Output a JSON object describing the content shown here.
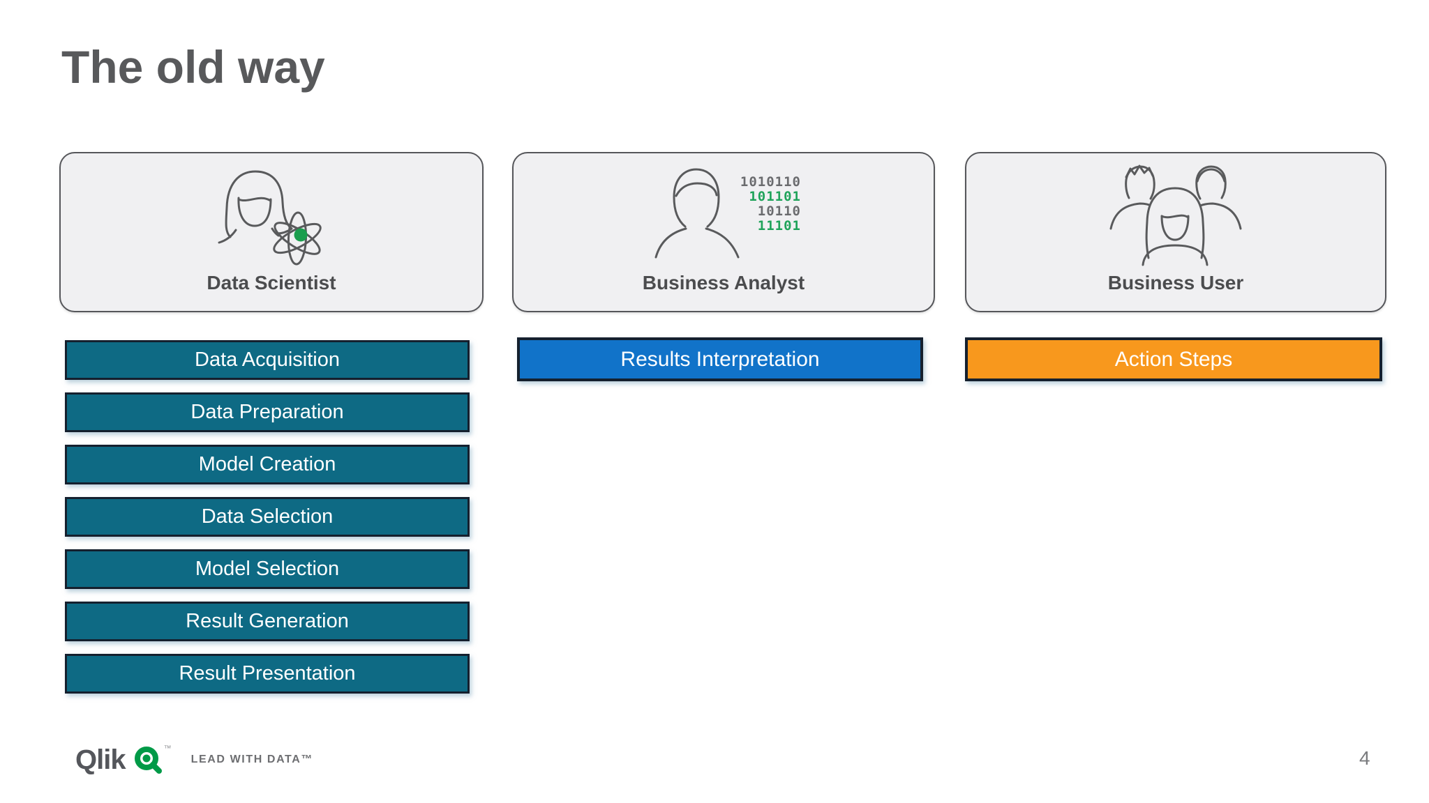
{
  "slide": {
    "title": "The old way",
    "page_number": "4",
    "background": "#FFFFFF"
  },
  "columns": [
    {
      "persona": "Data Scientist",
      "icon": "data-scientist-icon",
      "bar_color": "#0E6A84",
      "tasks": [
        "Data Acquisition",
        "Data Preparation",
        "Model Creation",
        "Data Selection",
        "Model Selection",
        "Result Generation",
        "Result Presentation"
      ]
    },
    {
      "persona": "Business Analyst",
      "icon": "business-analyst-icon",
      "bar_color": "#1173C9",
      "tasks": [
        "Results Interpretation"
      ],
      "binary_lines": [
        {
          "text": "1010110",
          "color": "#6A6B6E"
        },
        {
          "text": "101101",
          "color": "#1FA35A"
        },
        {
          "text": "10110",
          "color": "#6A6B6E"
        },
        {
          "text": "11101",
          "color": "#1FA35A"
        }
      ]
    },
    {
      "persona": "Business User",
      "icon": "business-user-icon",
      "bar_color": "#F8981D",
      "tasks": [
        "Action Steps"
      ]
    }
  ],
  "footer": {
    "logo_text": "Qlik",
    "logo_trademark": "™",
    "tagline": "LEAD WITH DATA™"
  },
  "colors": {
    "bar_border": "#15202E",
    "bar_text": "#FFFFFF",
    "title": "#58595B",
    "card_background": "#F0F0F2",
    "card_border": "#55565A",
    "icon_stroke": "#595A5C",
    "brand_green": "#009A47",
    "binary_gray": "#6A6B6E",
    "binary_green": "#1FA35A",
    "atom_dot_green": "#1B9E4E"
  }
}
